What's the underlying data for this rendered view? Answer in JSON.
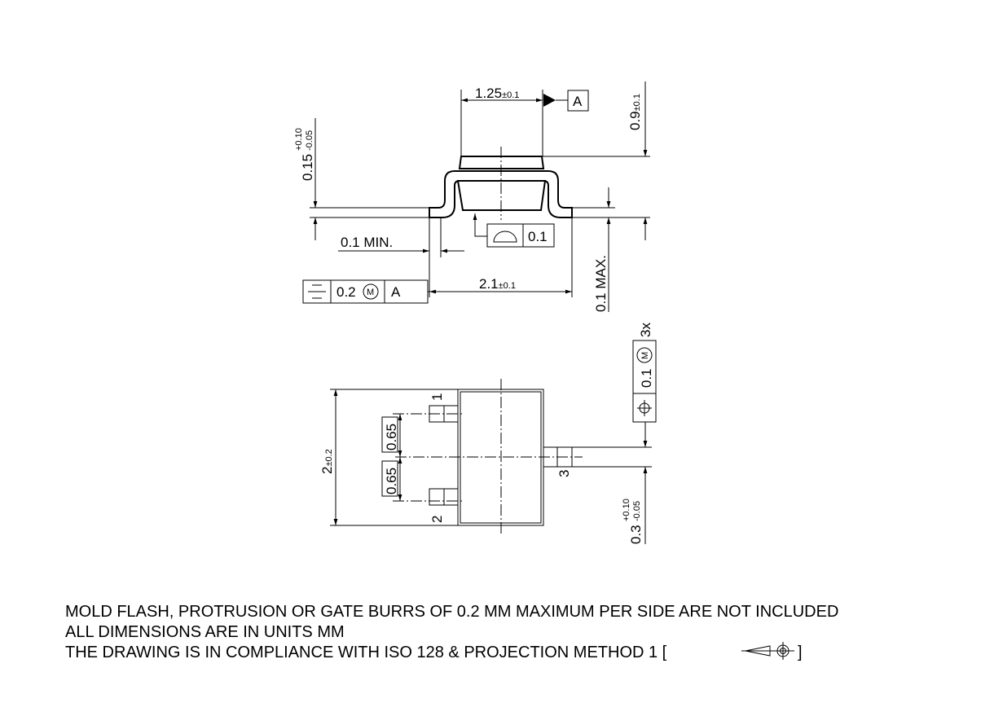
{
  "side_view": {
    "body_width": "1.25",
    "body_width_tol": "±0.1",
    "datum": "A",
    "height": "0.9",
    "height_tol": "±0.1",
    "lead_thickness": "0.15",
    "lead_thickness_tol_plus": "+0.10",
    "lead_thickness_tol_minus": "-0.05",
    "standoff_min": "0.1 MIN.",
    "flatness_value": "0.1",
    "overall_width": "2.1",
    "overall_width_tol": "±0.1",
    "symmetry_value": "0.2",
    "symmetry_modifier": "M",
    "symmetry_datum": "A",
    "standoff_max": "0.1 MAX."
  },
  "bottom_view": {
    "length": "2",
    "length_tol": "±0.2",
    "pitch_1": "0.65",
    "pitch_2": "0.65",
    "pin_labels": [
      "1",
      "2",
      "3"
    ],
    "position_value": "0.1",
    "position_modifier": "M",
    "position_count": "3x",
    "lead_width": "0.3",
    "lead_width_tol_plus": "+0.10",
    "lead_width_tol_minus": "-0.05"
  },
  "notes": [
    "MOLD FLASH, PROTRUSION OR GATE BURRS OF 0.2 MM MAXIMUM PER SIDE ARE NOT INCLUDED",
    "ALL DIMENSIONS ARE IN UNITS MM",
    "THE DRAWING IS IN COMPLIANCE WITH ISO 128 & PROJECTION METHOD 1 [",
    "]"
  ]
}
